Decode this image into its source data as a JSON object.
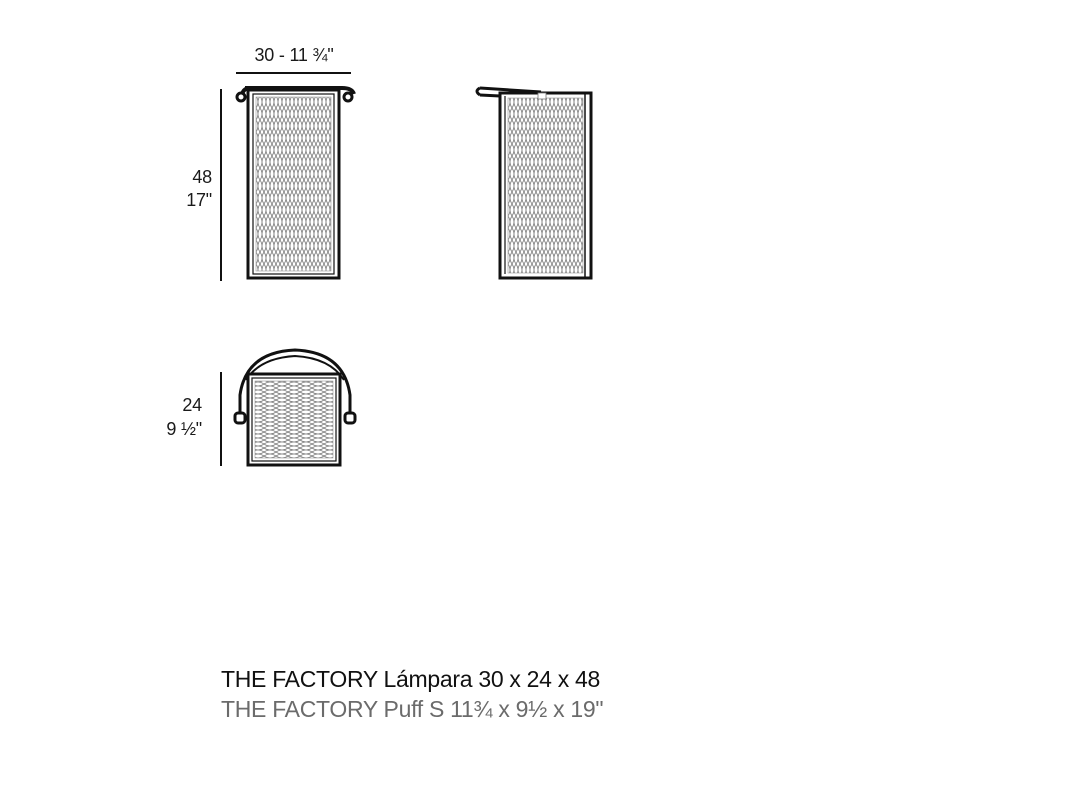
{
  "drawing": {
    "front_view": {
      "width_label": "30 - 11 ¾\"",
      "height_cm": "48",
      "height_in": "17\""
    },
    "side_view": {},
    "top_view": {
      "depth_cm": "24",
      "depth_in": "9 ½\""
    }
  },
  "captions": {
    "primary": "THE FACTORY Lámpara 30 x 24 x 48",
    "secondary": "THE FACTORY Puff S 11¾ x 9½ x 19\""
  },
  "colors": {
    "line": "#111111",
    "mesh": "#8a8a8a",
    "primary_text": "#111111",
    "secondary_text": "#6b6b6b"
  }
}
